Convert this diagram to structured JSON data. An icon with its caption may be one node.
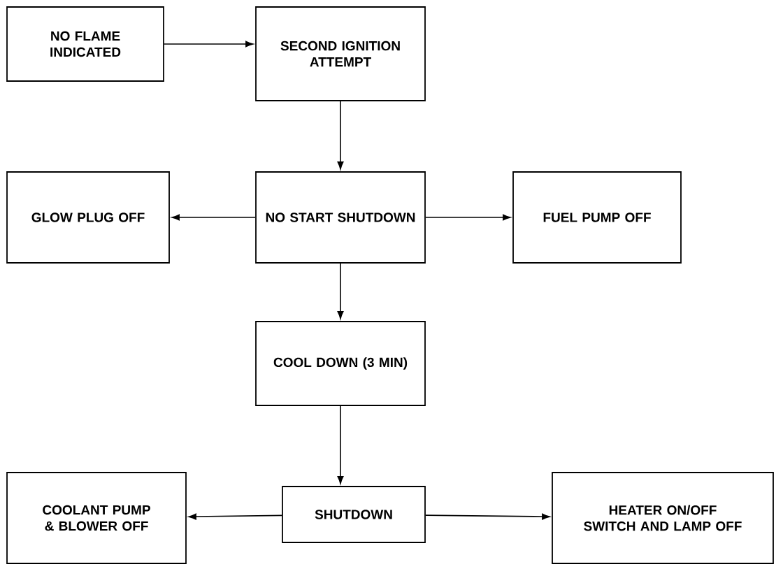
{
  "diagram": {
    "nodes": [
      {
        "text": [
          "NO FLAME INDICATED"
        ]
      },
      {
        "text": [
          "SECOND IGNITION ATTEMPT"
        ]
      },
      {
        "text": [
          "GLOW PLUG OFF"
        ]
      },
      {
        "text": [
          "NO START SHUTDOWN"
        ]
      },
      {
        "text": [
          "FUEL PUMP OFF"
        ]
      },
      {
        "text": [
          "COOL DOWN (3 MIN)"
        ]
      },
      {
        "text": [
          "COOLANT PUMP & BLOWER OFF"
        ]
      },
      {
        "text": [
          "SHUTDOWN"
        ]
      },
      {
        "text": [
          "HEATER ON/OFF SWITCH AND LAMP OFF"
        ]
      }
    ],
    "edges": [
      {
        "from": 0,
        "to": 1,
        "arrow": "to"
      },
      {
        "from": 1,
        "to": 3,
        "arrow": "to"
      },
      {
        "from": 3,
        "to": 2,
        "arrow": "to"
      },
      {
        "from": 3,
        "to": 4,
        "arrow": "to"
      },
      {
        "from": 3,
        "to": 5,
        "arrow": "to"
      },
      {
        "from": 5,
        "to": 7,
        "arrow": "to"
      },
      {
        "from": 7,
        "to": 6,
        "arrow": "to"
      },
      {
        "from": 7,
        "to": 8,
        "arrow": "to"
      }
    ]
  }
}
